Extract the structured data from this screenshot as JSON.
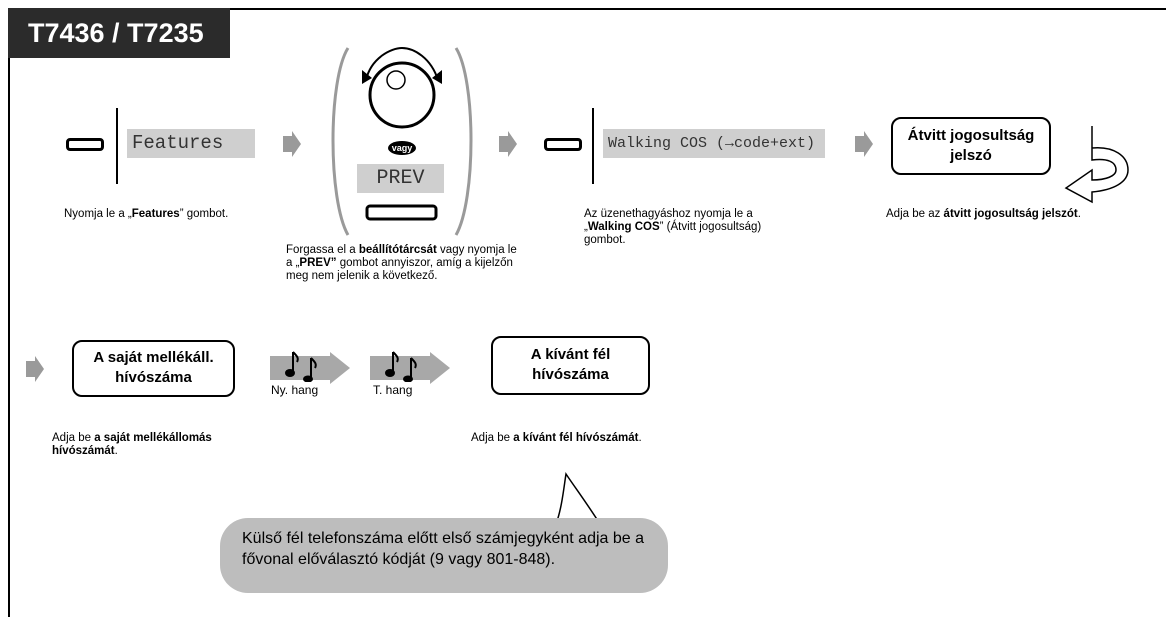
{
  "title": "T7436 / T7235",
  "row1": {
    "step1": {
      "lcd": "Features",
      "note": [
        "Nyomja le a „",
        "Features",
        "” gombot."
      ]
    },
    "step2": {
      "vagy": "vagy",
      "lcd": "PREV",
      "note": [
        "Forgassa el a ",
        "beállítótárcsát",
        " vagy nyomja le a „",
        "PREV”",
        " gombot annyiszor, amíg a kijelzőn meg nem jelenik a következő."
      ]
    },
    "step3": {
      "lcd": "Walking COS (→code+ext)",
      "note": [
        "Az üzenethagyáshoz nyomja le a „",
        "Walking COS",
        "” (Átvitt jogosultság) gombot."
      ]
    },
    "step4": {
      "box_line1": "Átvitt jogosultság",
      "box_line2": "jelszó",
      "note": [
        "Adja be az ",
        "átvitt jogosultság jelszót",
        "."
      ]
    }
  },
  "row2": {
    "step5": {
      "box_line1": "A saját mellékáll.",
      "box_line2": "hívószáma",
      "note": [
        "Adja be ",
        "a saját mellékállomás hívószámát",
        "."
      ]
    },
    "tone1": "Ny. hang",
    "tone2": "T. hang",
    "step6": {
      "box_line1": "A kívánt fél",
      "box_line2": "hívószáma",
      "note": [
        "Adja be ",
        "a kívánt fél hívószámát",
        "."
      ]
    },
    "bubble": "Külső fél telefonszáma előtt első számjegyként adja be a fővonal előválasztó kódját (9 vagy 801-848)."
  },
  "colors": {
    "arrow": "#9a9a9a",
    "lcd_bg": "#cfcfcf",
    "title_bg": "#2b2b2b",
    "bubble_bg": "#bdbdbd"
  },
  "icons": [
    "button-icon",
    "jog-dial-icon",
    "flow-arrow-icon",
    "return-arrow-icon",
    "music-note-icon"
  ]
}
